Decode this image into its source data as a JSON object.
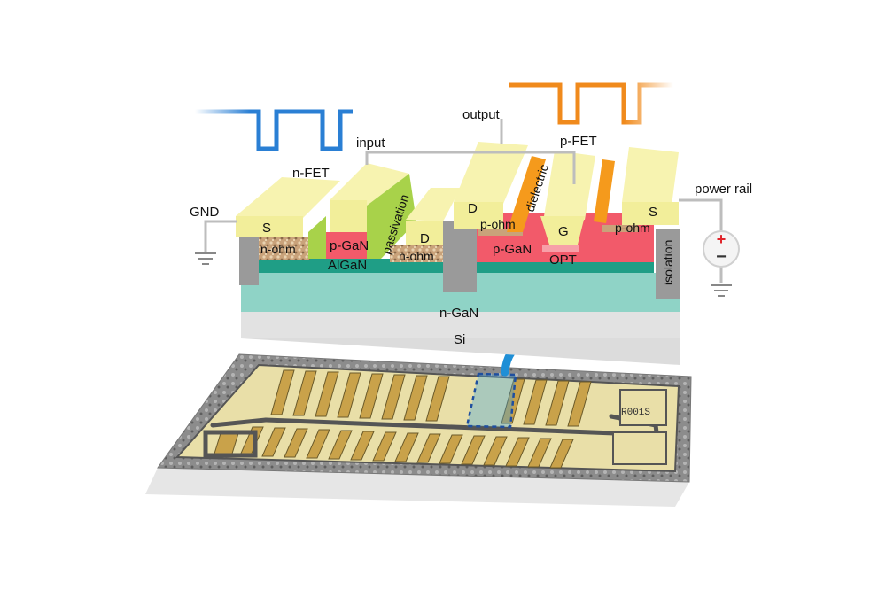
{
  "labels": {
    "n_fet": "n-FET",
    "p_fet": "p-FET",
    "input": "input",
    "output": "output",
    "gnd": "GND",
    "power_rail": "power rail",
    "s_left": "S",
    "n_ohm_left": "n-ohm",
    "p_gan_n": "p-GaN",
    "algan": "AlGaN",
    "passivation": "passivation",
    "d_n": "D",
    "n_ohm_right": "n-ohm",
    "d_p": "D",
    "p_ohm_left": "p-ohm",
    "dielectric": "dielectric",
    "p_gan_p": "p-GaN",
    "g": "G",
    "opt": "OPT",
    "p_ohm_right": "p-ohm",
    "s_right": "S",
    "isolation": "isolation",
    "n_gan": "n-GaN",
    "si": "Si",
    "plus": "+",
    "minus": "−",
    "chip_code": "R001S"
  },
  "colors": {
    "input_wave": "#2a7fd4",
    "output_wave": "#f08a1c",
    "metal": "#f2ee9a",
    "p_gan": "#f25a6a",
    "n_gan": "#8fd3c6",
    "algan": "#1f9e86",
    "passivation": "#a8d24a",
    "dielectric": "#f59a1c",
    "isolation": "#9a9a9a",
    "si": "#dcdcdc",
    "chip_metal": "#c9a24a",
    "arrow": "#1f8fd6"
  }
}
